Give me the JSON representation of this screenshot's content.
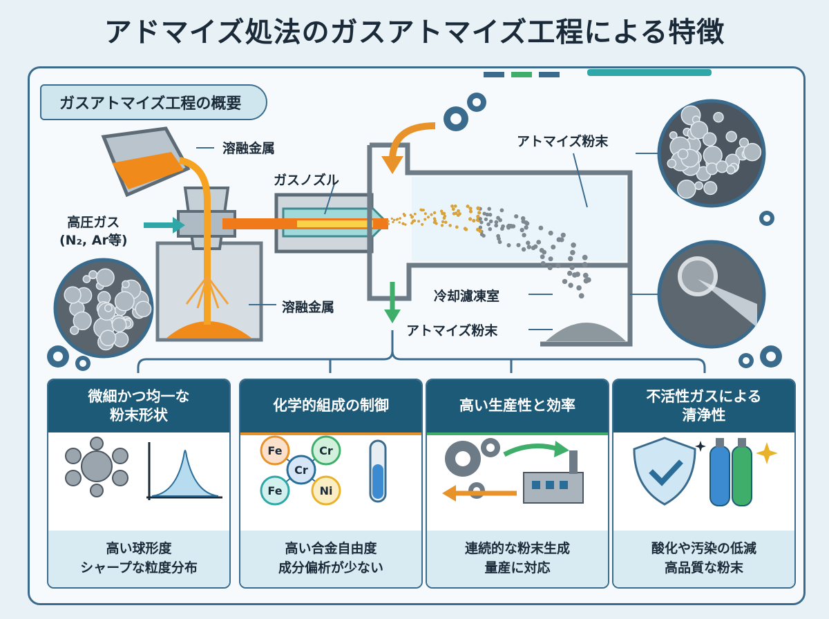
{
  "title": "アドマイズ処法のガスアトマイズ工程による特徴",
  "overview": {
    "heading": "ガスアトマイズ工程の概要",
    "labels": {
      "molten_metal_top": "溶融金属",
      "gas_nozzle": "ガスノズル",
      "high_pressure_gas": "高圧ガス\n(N₂, Ar等)",
      "molten_metal_bottom": "溶融金属",
      "atomized_powder_top": "アトマイズ粉末",
      "cooling_chamber": "冷却濾凍室",
      "atomized_powder_bottom": "アトマイズ粉末"
    }
  },
  "cards": [
    {
      "heading": "微細かつ均一な\n粉末形状",
      "footer": "高い球形度\nシャープな粒度分布",
      "color": "#1d5a78"
    },
    {
      "heading": "化学的組成の制御",
      "footer": "高い合金自由度\n成分偏析が少ない",
      "color": "#1d5a78"
    },
    {
      "heading": "高い生産性と効率",
      "footer": "連続的な粉末生成\n量産に対応",
      "color": "#1d5a78"
    },
    {
      "heading": "不活性ガスによる\n清浄性",
      "footer": "酸化や汚染の低減\n高品質な粉末",
      "color": "#1d5a78"
    }
  ],
  "elements": {
    "fe": "Fe",
    "cr": "Cr",
    "ni": "Ni"
  },
  "colors": {
    "frame": "#3a6a8c",
    "header": "#1d5a78",
    "molten": "#f08a1a",
    "accent_orange": "#e8922a",
    "accent_green": "#3fae6a",
    "accent_teal": "#2fa6a8"
  }
}
